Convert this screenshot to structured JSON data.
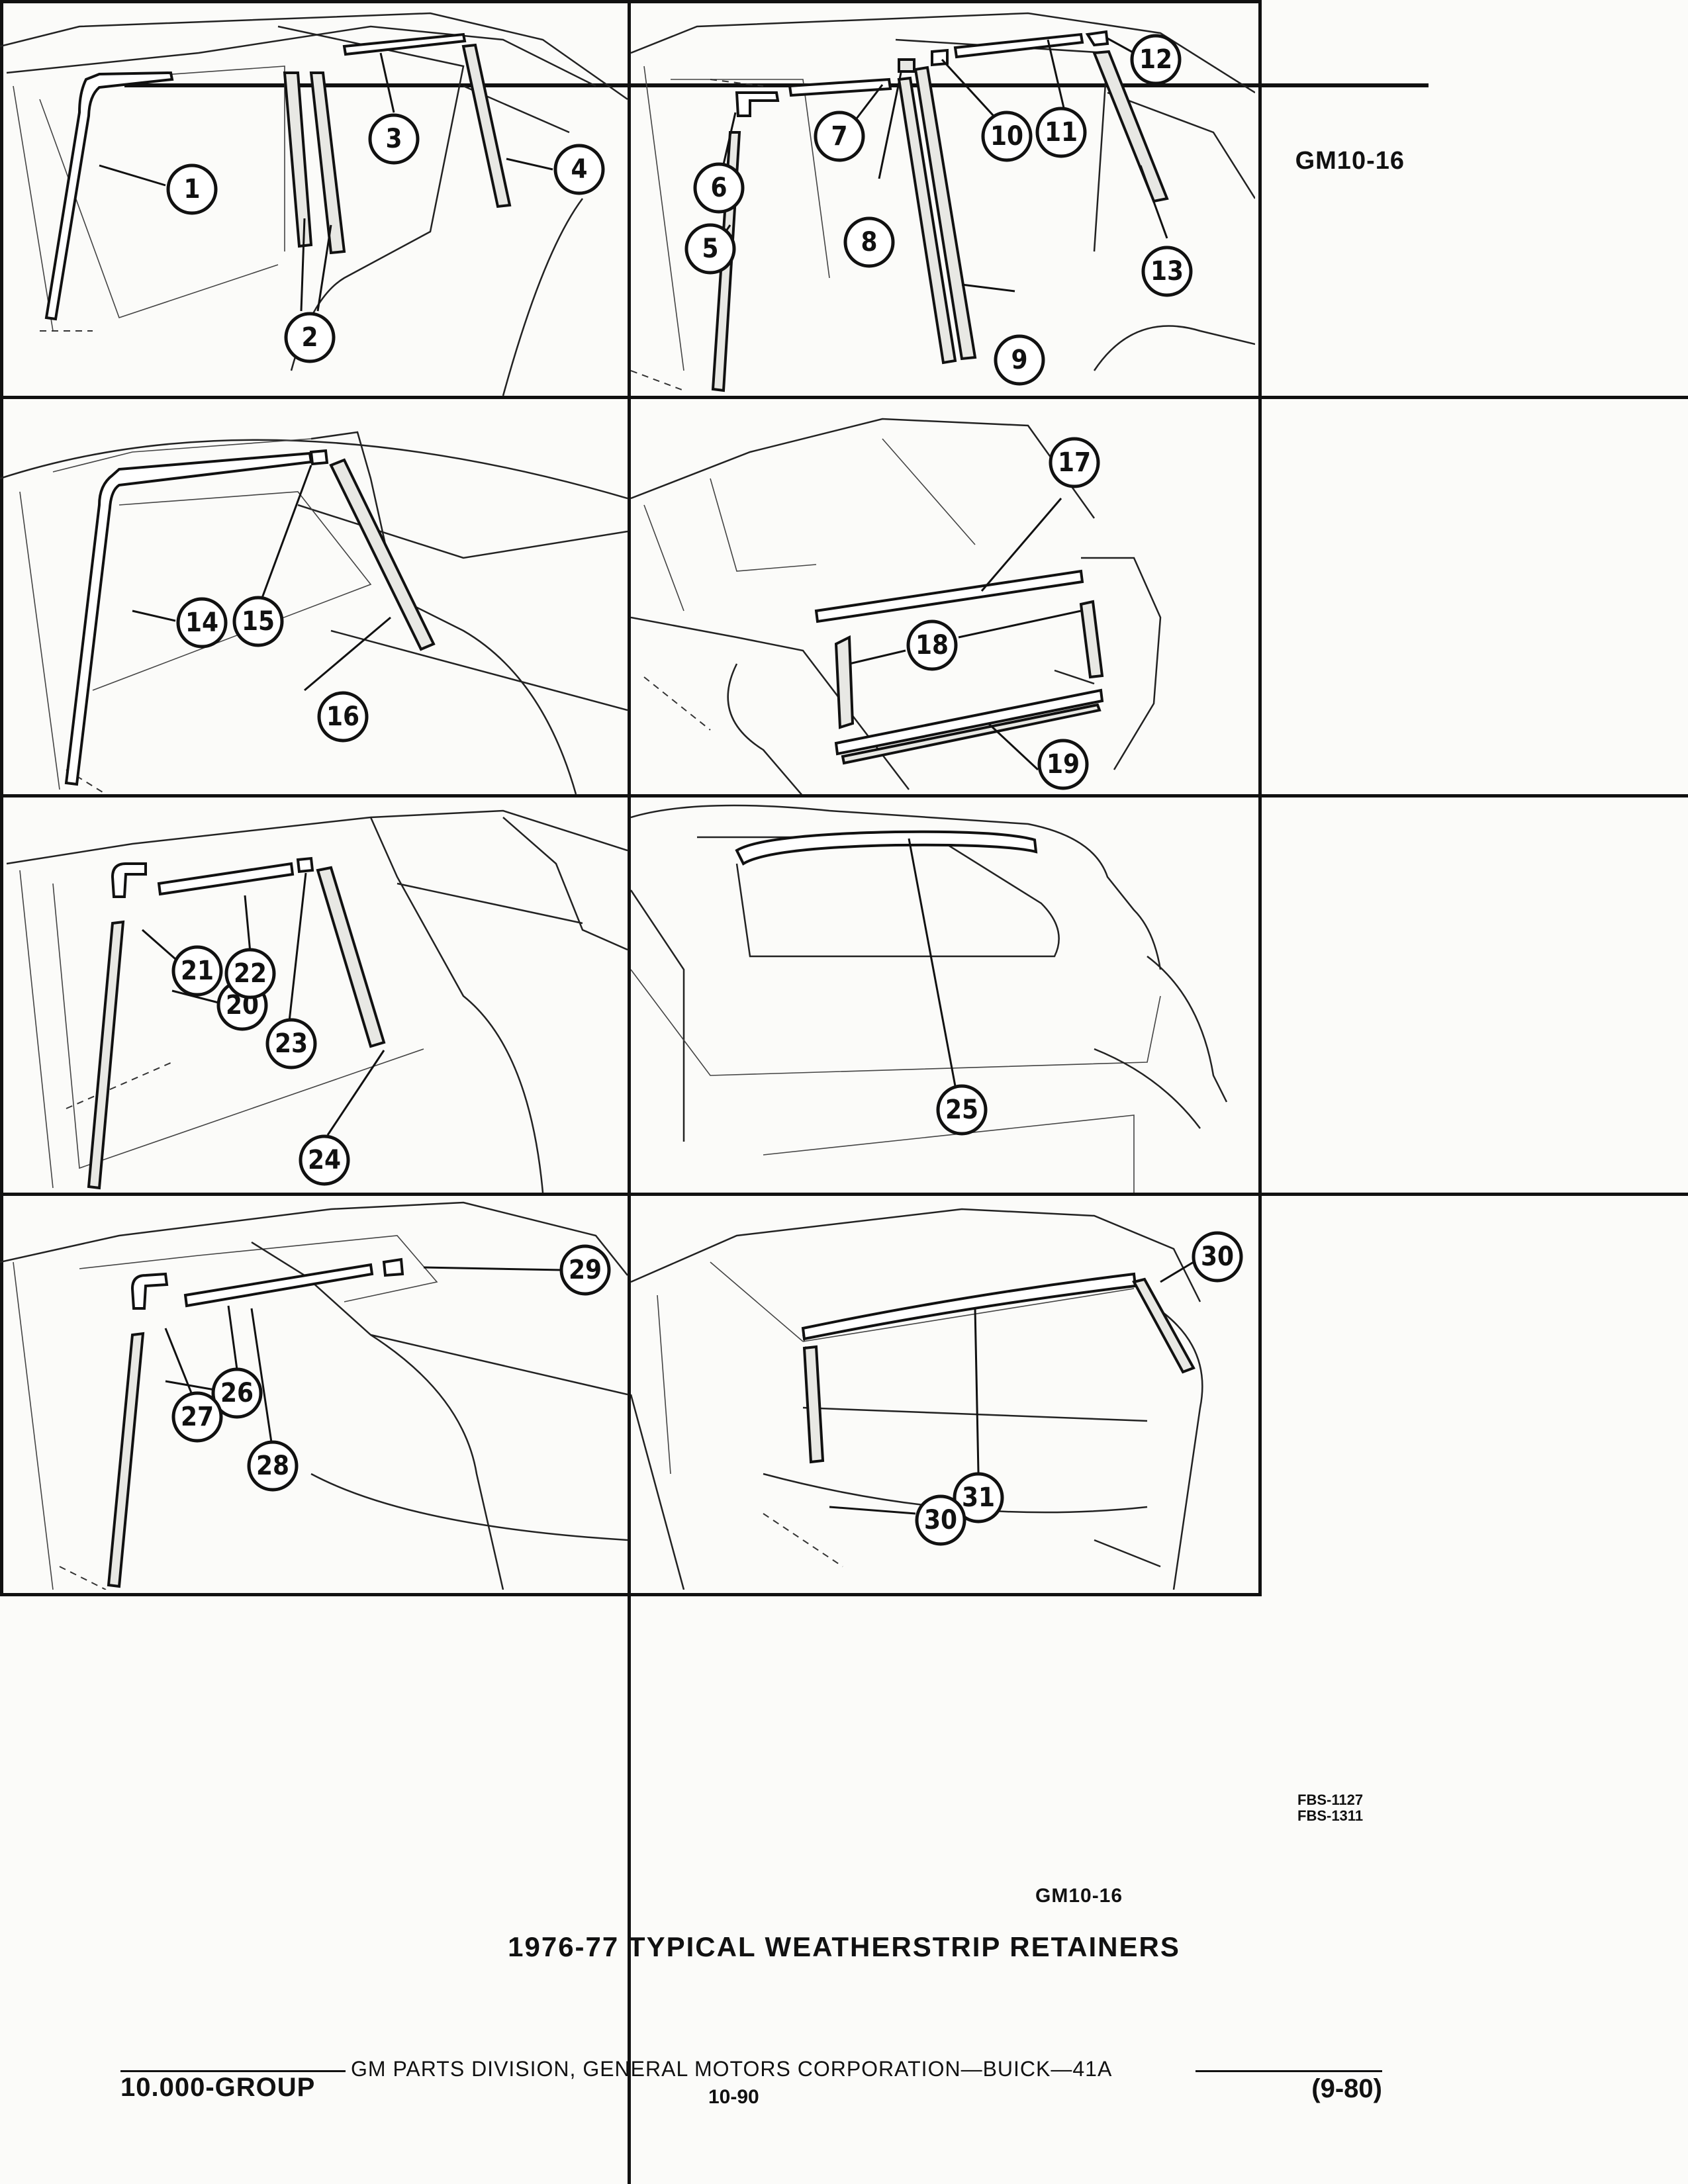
{
  "header": {
    "page_code": "GM10-16"
  },
  "panels": [
    {
      "id": "p1",
      "callouts": [
        "1",
        "2",
        "3",
        "4"
      ]
    },
    {
      "id": "p2",
      "callouts": [
        "5",
        "6",
        "7",
        "8",
        "9",
        "10",
        "11",
        "12",
        "13"
      ]
    },
    {
      "id": "p3",
      "callouts": [
        "14",
        "15",
        "16"
      ]
    },
    {
      "id": "p4",
      "callouts": [
        "17",
        "18",
        "19"
      ]
    },
    {
      "id": "p5",
      "callouts": [
        "20",
        "21",
        "22",
        "23",
        "24"
      ]
    },
    {
      "id": "p6",
      "callouts": [
        "25"
      ]
    },
    {
      "id": "p7",
      "callouts": [
        "26",
        "27",
        "28",
        "29"
      ]
    },
    {
      "id": "p8",
      "callouts": [
        "30",
        "31",
        "30"
      ]
    }
  ],
  "figure": {
    "source_codes": [
      "FBS-1127",
      "FBS-1311"
    ],
    "figure_code": "GM10-16",
    "title": "1976-77 TYPICAL WEATHERSTRIP RETAINERS"
  },
  "footer": {
    "division_line": "GM PARTS DIVISION, GENERAL MOTORS CORPORATION—BUICK—41A",
    "group": "10.000-GROUP",
    "page_number": "10-90",
    "date": "(9-80)"
  }
}
